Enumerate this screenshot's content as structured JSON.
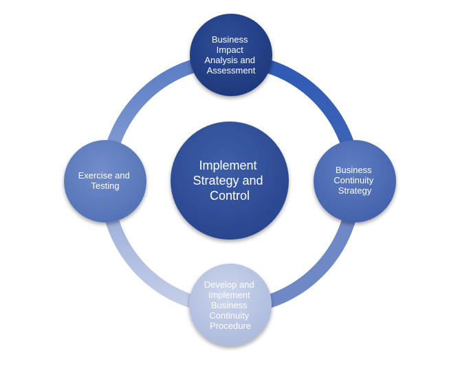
{
  "diagram": {
    "center": {
      "lines": [
        "Implement",
        "Strategy and",
        "Control"
      ]
    },
    "nodes": [
      {
        "id": "top",
        "lines": [
          "Business",
          "Impact",
          "Analysis and",
          "Assessment"
        ]
      },
      {
        "id": "right",
        "lines": [
          "Business",
          "Continuity",
          "Strategy"
        ]
      },
      {
        "id": "bottom",
        "lines": [
          "Develop and",
          "Implement",
          "Business",
          "Continuity",
          "Procedure"
        ]
      },
      {
        "id": "left",
        "lines": [
          "Exercise and",
          "Testing"
        ]
      }
    ],
    "colors": {
      "ring_dark": "#2f56a8",
      "ring_light": "#c3cde6",
      "node_dark": "#22408a",
      "node_light": "#b9c5e2",
      "center_fill": "#2d4c94"
    }
  }
}
